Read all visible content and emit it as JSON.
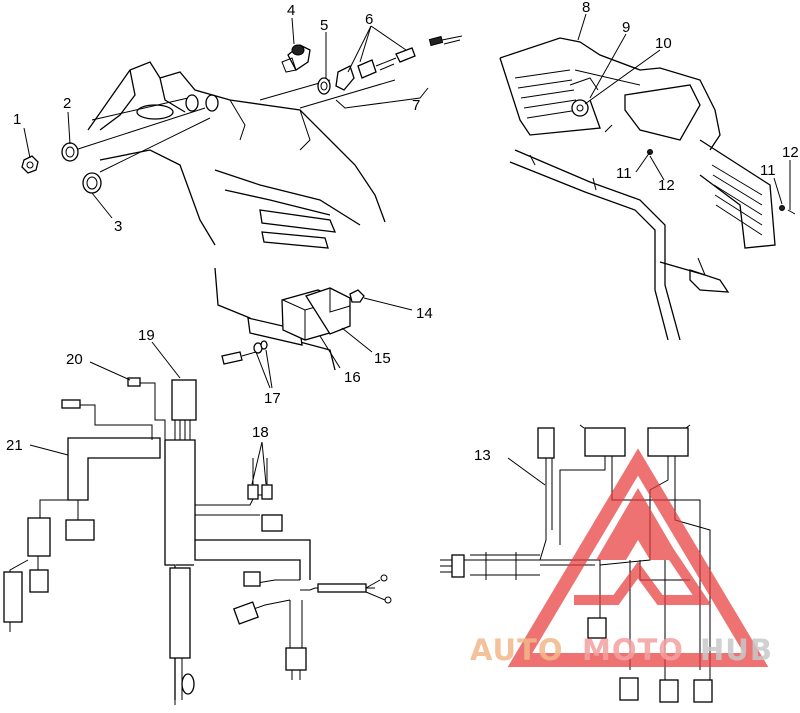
{
  "callouts": [
    {
      "id": "1",
      "text": "1"
    },
    {
      "id": "2",
      "text": "2"
    },
    {
      "id": "3",
      "text": "3"
    },
    {
      "id": "4",
      "text": "4"
    },
    {
      "id": "5",
      "text": "5"
    },
    {
      "id": "6",
      "text": "6"
    },
    {
      "id": "7",
      "text": "7"
    },
    {
      "id": "8",
      "text": "8"
    },
    {
      "id": "9",
      "text": "9"
    },
    {
      "id": "10",
      "text": "10"
    },
    {
      "id": "11a",
      "text": "11"
    },
    {
      "id": "11b",
      "text": "11"
    },
    {
      "id": "12a",
      "text": "12"
    },
    {
      "id": "12b",
      "text": "12"
    },
    {
      "id": "13",
      "text": "13"
    },
    {
      "id": "14",
      "text": "14"
    },
    {
      "id": "15",
      "text": "15"
    },
    {
      "id": "16",
      "text": "16"
    },
    {
      "id": "17",
      "text": "17"
    },
    {
      "id": "18",
      "text": "18"
    },
    {
      "id": "19",
      "text": "19"
    },
    {
      "id": "20",
      "text": "20"
    },
    {
      "id": "21",
      "text": "21"
    }
  ],
  "watermark": {
    "part1": "AUTO",
    "part2": "MOTO",
    "part3": "HUB",
    "color1": "#f2b88a",
    "color2": "#f4a0a0",
    "color3": "#c8c8c8",
    "logo_color": "#e83c3c"
  }
}
